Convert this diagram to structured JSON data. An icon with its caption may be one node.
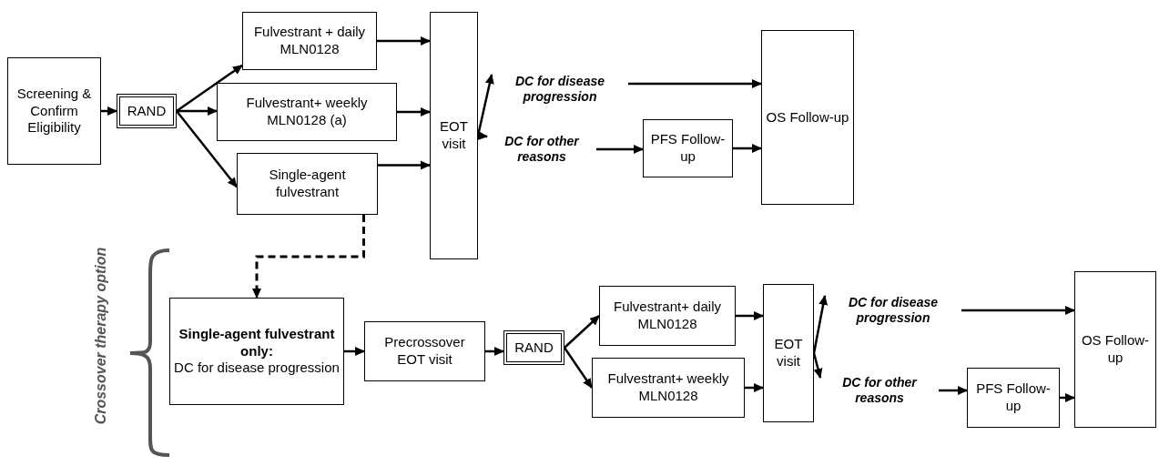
{
  "diagram": {
    "nodes": [
      {
        "text": [
          "Screening & Confirm Eligibility"
        ]
      },
      {
        "text": [
          "RAND"
        ]
      },
      {
        "text": [
          "Fulvestrant + daily MLN0128"
        ]
      },
      {
        "text": [
          "Fulvestrant+ weekly MLN0128 (a)"
        ]
      },
      {
        "text": [
          "Single-agent fulvestrant"
        ]
      },
      {
        "text": [
          "EOT visit"
        ]
      },
      {
        "text": [
          "DC for disease progression"
        ]
      },
      {
        "text": [
          "DC for other reasons"
        ]
      },
      {
        "text": [
          "PFS Follow-up"
        ]
      },
      {
        "text": [
          "OS Follow-up"
        ]
      },
      {
        "text": [
          "Single-agent fulvestrant only:",
          "DC for disease progression"
        ]
      },
      {
        "text": [
          "Precrossover EOT visit"
        ]
      },
      {
        "text": [
          "RAND"
        ]
      },
      {
        "text": [
          "Fulvestrant+ daily MLN0128"
        ]
      },
      {
        "text": [
          "Fulvestrant+ weekly MLN0128"
        ]
      },
      {
        "text": [
          "EOT visit"
        ]
      },
      {
        "text": [
          "DC for disease progression"
        ]
      },
      {
        "text": [
          "DC for other reasons"
        ]
      },
      {
        "text": [
          "PFS Follow-up"
        ]
      },
      {
        "text": [
          "OS Follow-up"
        ]
      }
    ],
    "edges": [
      {
        "from": 0,
        "to": 1,
        "arrow": "to"
      },
      {
        "from": 1,
        "to": 2,
        "arrow": "to"
      },
      {
        "from": 1,
        "to": 3,
        "arrow": "to"
      },
      {
        "from": 1,
        "to": 4,
        "arrow": "to"
      },
      {
        "from": 2,
        "to": 5,
        "arrow": "to"
      },
      {
        "from": 3,
        "to": 5,
        "arrow": "to"
      },
      {
        "from": 4,
        "to": 5,
        "arrow": "to"
      },
      {
        "from": 5,
        "to": 6,
        "arrow": "to"
      },
      {
        "from": 5,
        "to": 7,
        "arrow": "to"
      },
      {
        "from": 6,
        "to": 9,
        "arrow": "to"
      },
      {
        "from": 7,
        "to": 8,
        "arrow": "to"
      },
      {
        "from": 8,
        "to": 9,
        "arrow": "to"
      },
      {
        "from": 4,
        "to": 10,
        "arrow": "to",
        "style": "dashed"
      },
      {
        "from": 10,
        "to": 11,
        "arrow": "to"
      },
      {
        "from": 11,
        "to": 12,
        "arrow": "to"
      },
      {
        "from": 12,
        "to": 13,
        "arrow": "to"
      },
      {
        "from": 12,
        "to": 14,
        "arrow": "to"
      },
      {
        "from": 13,
        "to": 15,
        "arrow": "to"
      },
      {
        "from": 14,
        "to": 15,
        "arrow": "to"
      },
      {
        "from": 15,
        "to": 16,
        "arrow": "to"
      },
      {
        "from": 15,
        "to": 17,
        "arrow": "to"
      },
      {
        "from": 16,
        "to": 19,
        "arrow": "to"
      },
      {
        "from": 17,
        "to": 18,
        "arrow": "to"
      },
      {
        "from": 18,
        "to": 19,
        "arrow": "to"
      }
    ],
    "labels": [
      "Crossover therapy option"
    ]
  }
}
